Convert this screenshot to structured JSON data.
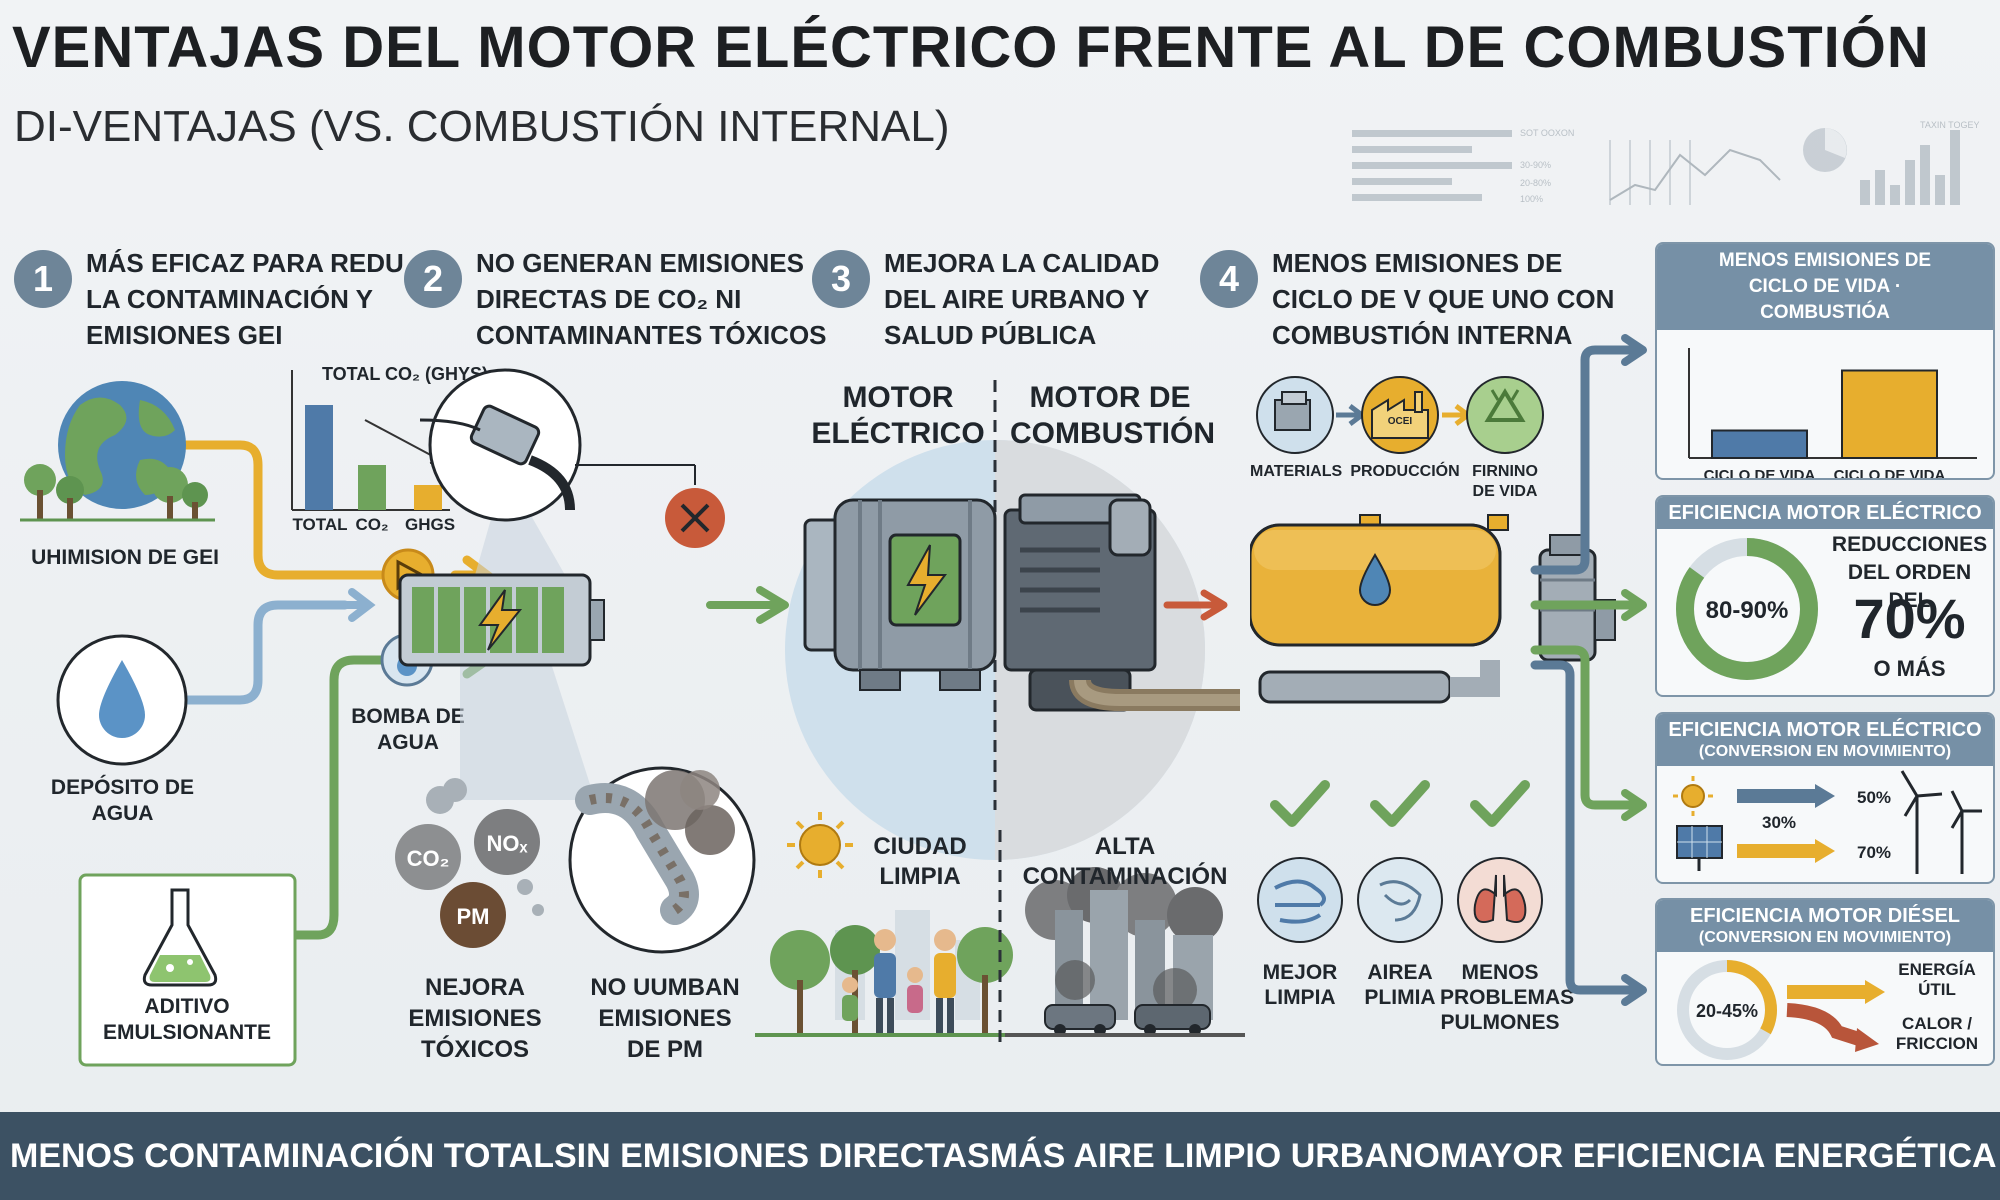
{
  "header": {
    "title": "VENTAJAS DEL MOTOR ELÉCTRICO FRENTE AL DE COMBUSTIÓN",
    "subtitle": "DI-VENTAJAS (VS. COMBUSTIÓN INTERNAL)"
  },
  "steps": [
    {
      "num": "1",
      "text": "MÁS EFICAZ PARA REDU LA CONTAMINACIÓN Y EMISIONES GEI"
    },
    {
      "num": "2",
      "text": "NO GENERAN EMISIONES DIRECTAS DE CO₂ NI CONTAMINANTES TÓXICOS"
    },
    {
      "num": "3",
      "text": "MEJORA LA CALIDAD DEL AIRE URBANO Y SALUD PÚBLICA"
    },
    {
      "num": "4",
      "text": "MENOS EMISIONES DE CICLO DE V QUE UNO CON COMBUSTIÓN INTERNA"
    }
  ],
  "left": {
    "gei_label": "UHIMISION DE GEI",
    "water_tank_label": "DEPÓSITO DE AGUA",
    "water_pump_label": "BOMBA DE AGUA",
    "additive_label": "ADITIVO EMULSIONANTE",
    "mini_chart": {
      "title": "TOTAL CO₂ (GHYS)",
      "categories": [
        "TOTAL",
        "CO₂",
        "GHGs"
      ]
    }
  },
  "middle": {
    "pollutants": [
      "CO₂",
      "NOₓ",
      "PM"
    ],
    "toxic_label": "NEJORA EMISIONES TÓXICOS",
    "pm_label": "NO UUMBAN EMISIONES DE PM",
    "electric_label": "MOTOR ELÉCTRICO",
    "combustion_label": "MOTOR DE COMBUSTIÓN",
    "clean_city_label": "CIUDAD LIMPIA",
    "polluted_city_label": "ALTA CONTAMINACIÓN"
  },
  "lifecycle": {
    "stages": [
      "MATERIALS",
      "PRODUCCIÓN",
      "FIRNINO DE VIDA"
    ],
    "factory_sign": "OCEI"
  },
  "health": {
    "items": [
      "MEJOR LIMPIA",
      "AIREA PLIMIA",
      "MENOS PROBLEMAS PULMONES"
    ]
  },
  "panels": {
    "lifecycle": {
      "title": "MENOS EMISIONES DE CICLO DE VIDA · COMBUSTIÓA",
      "bars": [
        {
          "label": "CICLO DE VIDA ELECTRICO",
          "value": 22,
          "color": "#4f7aa8"
        },
        {
          "label": "CICLO DE VIDA COMBUSTIÓN",
          "value": 70,
          "color": "#e7ae2e"
        }
      ]
    },
    "efficiency_electric": {
      "title": "EFICIENCIA MOTOR ELÉCTRICO",
      "ring_label": "80-90%",
      "ring_fraction": 0.85,
      "reduction_text": "REDUCCIONES DEL ORDEN DEL",
      "reduction_value": "70%",
      "reduction_suffix": "O MÁS"
    },
    "conversion": {
      "title": "EFICIENCIA MOTOR ELÉCTRICO",
      "subtitle": "(CONVERSION EN MOVIMIENTO)",
      "values": [
        "50%",
        "30%",
        "70%"
      ]
    },
    "diesel": {
      "title": "EFICIENCIA MOTOR DIÉSEL",
      "subtitle": "(CONVERSION EN MOVIMIENTO)",
      "ring_label": "20-45%",
      "ring_fraction": 0.33,
      "useful_label": "ENERGÍA ÚTIL",
      "loss_label": "CALOR / FRICCION"
    }
  },
  "footer": {
    "items": [
      "MENOS CONTAMINACIÓN TOTAL",
      "SIN EMISIONES DIRECTAS",
      "MÁS AIRE LIMPIO URBANO",
      "MAYOR EFICIENCIA ENERGÉTICA"
    ]
  },
  "deco": {
    "chart_labels": [
      "SOT OOXON",
      "30-90%",
      "20-80%",
      "100%",
      "TAXIN TOGEY"
    ]
  },
  "colors": {
    "blue": "#6e8598",
    "orange": "#e7ae2e",
    "green": "#6fa35c",
    "red": "#c85a3a",
    "footer": "#3c5163"
  }
}
